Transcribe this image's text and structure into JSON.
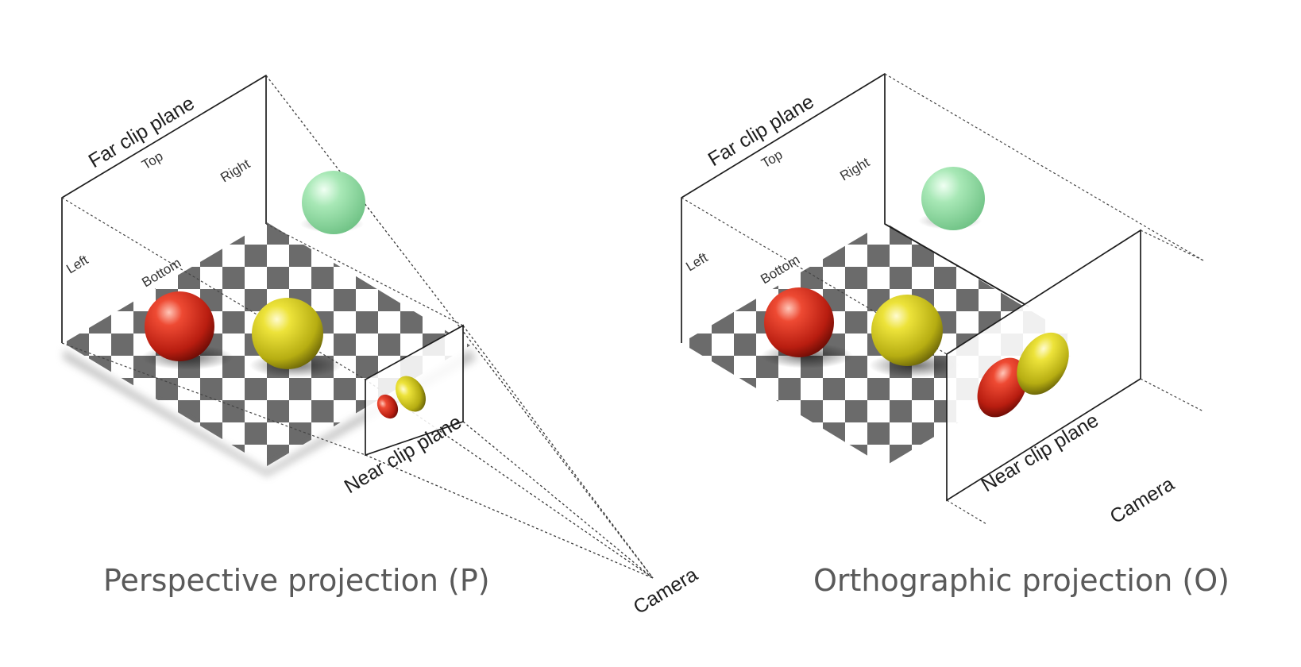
{
  "perspective": {
    "caption": "Perspective projection (P)",
    "far_label": "Far clip plane",
    "near_label": "Near clip plane",
    "camera_label": "Camera",
    "top_label": "Top",
    "right_label": "Right",
    "left_label": "Left",
    "bottom_label": "Bottom"
  },
  "orthographic": {
    "caption": "Orthographic projection (O)",
    "far_label": "Far clip plane",
    "near_label": "Near clip plane",
    "camera_label": "Camera",
    "top_label": "Top",
    "right_label": "Right",
    "left_label": "Left",
    "bottom_label": "Bottom"
  },
  "colors": {
    "red_sphere": "#d42a1a",
    "yellow_sphere": "#d9cf1c",
    "green_sphere": "#8fdca0",
    "checker_dark": "#6b6b6b",
    "checker_light": "#ffffff"
  }
}
